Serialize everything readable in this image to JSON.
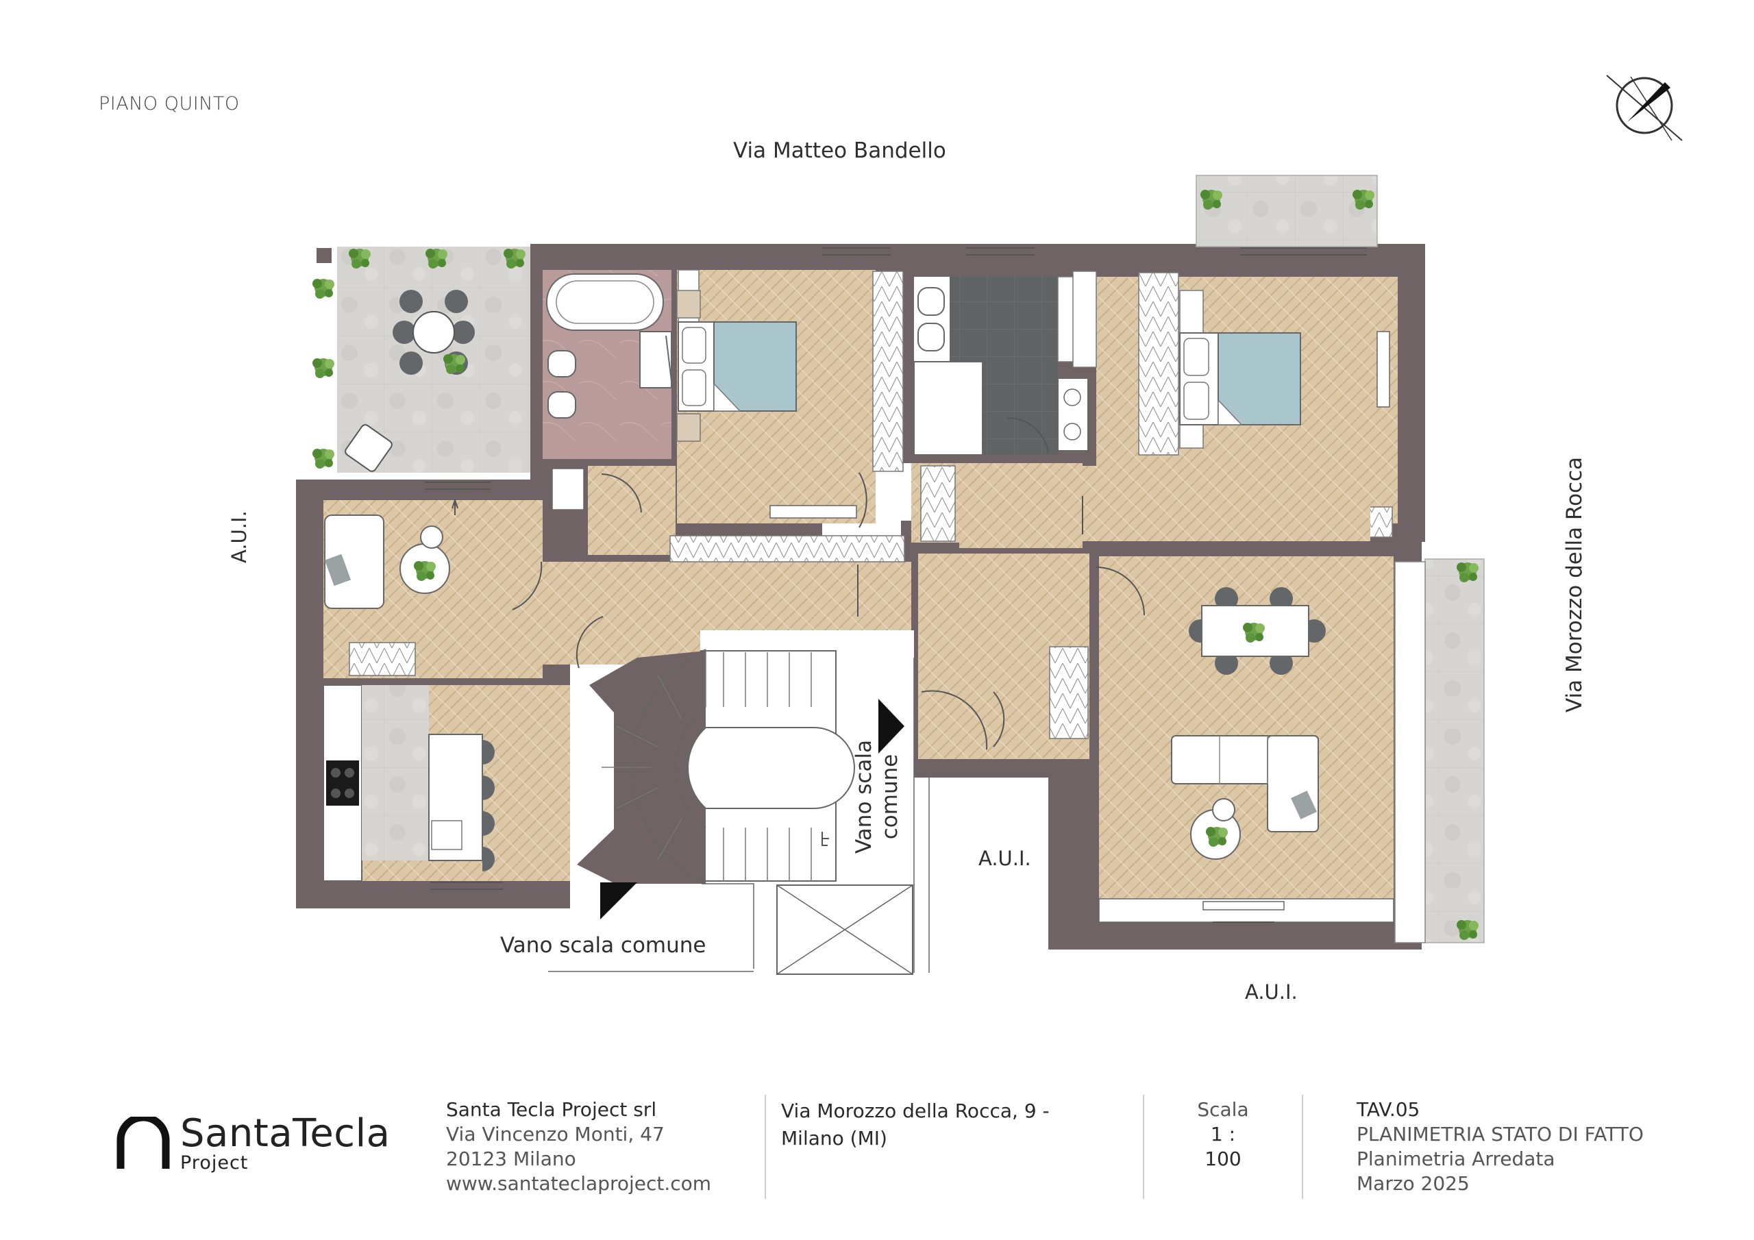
{
  "drawing": {
    "floor_label": "PIANO QUINTO",
    "street_top": "Via Matteo Bandello",
    "street_right": "Via Morozzo della Rocca",
    "aui_labels": [
      "A.U.I.",
      "A.U.I.",
      "A.U.I."
    ],
    "stair_label_bottom": "Vano scala comune",
    "stair_label_rotated": [
      "Vano scala",
      "comune"
    ]
  },
  "title_block": {
    "logo_name": "SantaTecla",
    "logo_sub": "Project",
    "company": {
      "name": "Santa Tecla Project srl",
      "address": "Via Vincenzo Monti, 47",
      "city": "20123 Milano",
      "website": "www.santateclaproject.com"
    },
    "site": {
      "address_line1": "Via Morozzo della Rocca, 9 -",
      "address_line2": "Milano (MI)"
    },
    "scale": {
      "label": "Scala",
      "value": "1 : 100"
    },
    "sheet": {
      "code": "TAV.05",
      "title": "PLANIMETRIA STATO DI FATTO",
      "subtitle": "Planimetria Arredata",
      "date": "Marzo 2025"
    }
  },
  "colors": {
    "wall": "#6f6366",
    "parquet": "#dcc7a7",
    "terrace": "#d5d3d0",
    "bath_pink": "#b99b9b",
    "bath_grey": "#5f6364",
    "bed_blue": "#a9c6cc",
    "plant_green": "#6ea24a"
  }
}
